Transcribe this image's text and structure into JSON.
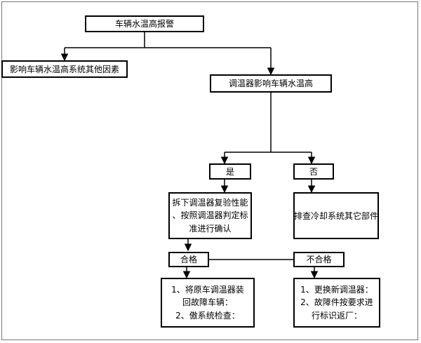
{
  "diagram": {
    "nodes": {
      "alarm": {
        "text": "车辆水温高报警"
      },
      "other_factors": {
        "text": "影响车辆水温高系统其他因素"
      },
      "thermostat_effect": {
        "text": "调温器影响车辆水温高"
      },
      "yes": {
        "text": "是"
      },
      "no": {
        "text": "否"
      },
      "remove_test": {
        "text": "拆下调温器复验性能\n、按照调温器判定标\n准进行确认"
      },
      "check_cooling": {
        "text": "排查冷却系统其它部件"
      },
      "pass": {
        "text": "合格"
      },
      "fail": {
        "text": "不合格"
      },
      "pass_action": {
        "text": "1、将原车调温器装\n回故障车辆：\n2、傲系统检查："
      },
      "fail_action": {
        "text": "1、更换新调温器：\n2、故障件按要求进\n行标识返厂："
      }
    }
  }
}
